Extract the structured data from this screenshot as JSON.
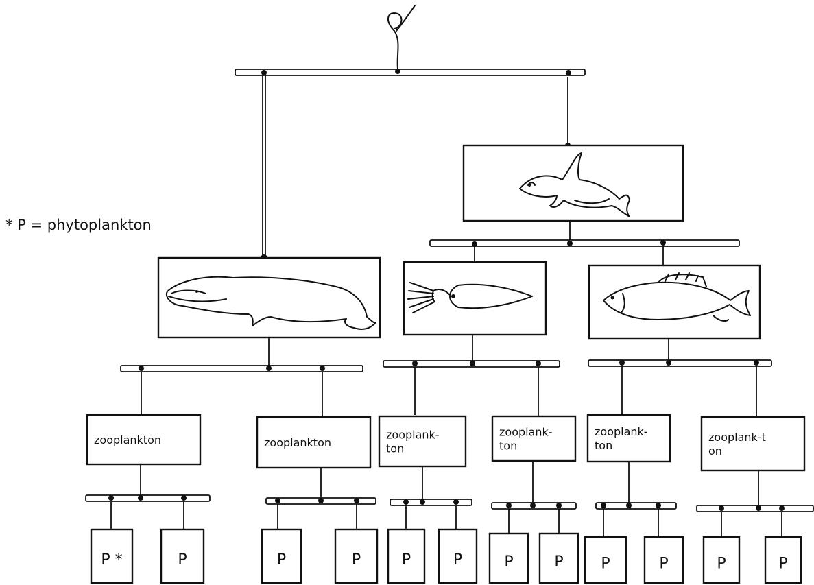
{
  "legend": {
    "text": "*  P = phytoplankton"
  },
  "nodes": {
    "top_predator": {
      "icon": "orca-icon"
    },
    "whale": {
      "icon": "baleen-whale-icon"
    },
    "squid": {
      "icon": "squid-icon"
    },
    "fish": {
      "icon": "salmon-icon"
    },
    "zooplankton": [
      {
        "lines": [
          "zooplankton"
        ]
      },
      {
        "lines": [
          "zooplankton"
        ]
      },
      {
        "lines": [
          "zooplank-",
          "ton"
        ]
      },
      {
        "lines": [
          "zooplank-",
          "ton"
        ]
      },
      {
        "lines": [
          "zooplank-",
          "ton"
        ]
      },
      {
        "lines": [
          "zooplank-t",
          "on"
        ]
      }
    ],
    "phytoplankton": [
      {
        "label": "P *"
      },
      {
        "label": "P"
      },
      {
        "label": "P"
      },
      {
        "label": "P"
      },
      {
        "label": "P"
      },
      {
        "label": "P"
      },
      {
        "label": "P"
      },
      {
        "label": "P"
      },
      {
        "label": "P"
      },
      {
        "label": "P"
      },
      {
        "label": "P"
      },
      {
        "label": "P"
      }
    ]
  }
}
